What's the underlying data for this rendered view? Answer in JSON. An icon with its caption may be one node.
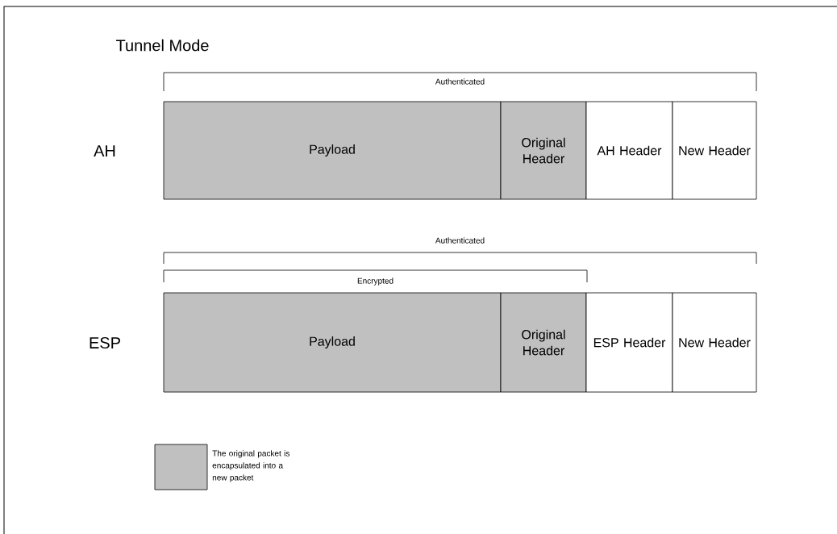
{
  "diagram": {
    "title": "Tunnel Mode",
    "nodes": [
      {
        "text": [
          "Payload"
        ]
      },
      {
        "text": [
          "Original Header"
        ]
      },
      {
        "text": [
          "AH Header"
        ]
      },
      {
        "text": [
          "New Header"
        ]
      },
      {
        "text": [
          "Payload"
        ]
      },
      {
        "text": [
          "Original Header"
        ]
      },
      {
        "text": [
          "ESP Header"
        ]
      },
      {
        "text": [
          "New Header"
        ]
      }
    ],
    "labels": [
      "Authenticated",
      "AH",
      "Authenticated",
      "Encrypted",
      "ESP"
    ],
    "legend": [
      {
        "text": "The original packet is encapsulated into a new packet",
        "color": "#c0c0c0"
      }
    ]
  }
}
